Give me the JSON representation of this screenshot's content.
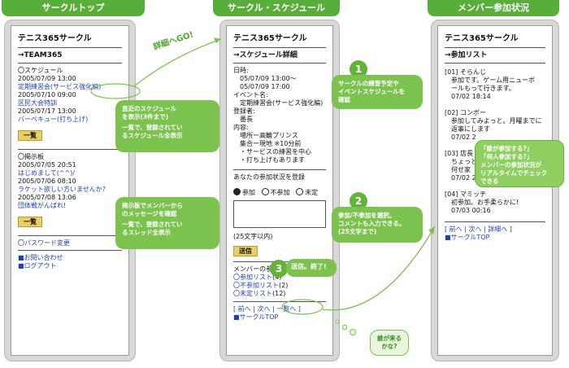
{
  "col1": {
    "header": "サークルトップ",
    "title": "テニス365サークル",
    "team": "→TEAM365",
    "schedule_heading": "〇スケジュール",
    "schedule": [
      {
        "date": "2005/07/09 13:00",
        "text": "定期練習会(サービス強化編)"
      },
      {
        "date": "2005/07/10 09:00",
        "text": "区民大会特訓"
      },
      {
        "date": "2005/07/17 13:00",
        "text": "バーベキュー(打ち上げ)"
      }
    ],
    "list_button": "一覧",
    "board_heading": "〇掲示板",
    "board": [
      {
        "date": "2005/07/05 20:51",
        "text": "はじめまして(^^)/"
      },
      {
        "date": "2005/07/06 08:10",
        "text": "ラケット欲しい方いませんか?"
      },
      {
        "date": "2005/07/08 13:06",
        "text": "団体戦がんばれ!"
      }
    ],
    "list_button2": "一覧",
    "password": "〇パスワード変更",
    "contact": "■お問い合わせ",
    "logout": "■ログアウト"
  },
  "col2": {
    "header": "サークル・スケジュール",
    "title": "テニス365サークル",
    "sub": "→スケジュール詳細",
    "date_label": "日時:",
    "date_from": "05/07/09 13:00〜",
    "date_to": "05/07/09 17:00",
    "event_label": "イベント名:",
    "event_name": "定期練習会(サービス強化編)",
    "registrant_label": "登録者:",
    "registrant": "番長",
    "content_label": "内容:",
    "content_lines": [
      "場所ー高輪プリンス",
      "集合ー現地 ※10分前",
      "・サービスの練習を中心",
      "・打ち上げもあります"
    ],
    "register_prompt": "あなたの参加状況を登録",
    "radios": [
      "参加",
      "不参加",
      "未定"
    ],
    "char_limit": "(25文字以内)",
    "send_button": "送信",
    "member_heading": "メンバーの参加状況一覧",
    "member_links": [
      {
        "label": "〇参加リスト",
        "count": "(4)"
      },
      {
        "label": "〇不参加リスト",
        "count": "(2)"
      },
      {
        "label": "〇未定リスト",
        "count": "(12)"
      }
    ],
    "nav": "[ 前へ | 次へ | 一覧へ ]",
    "top_link": "■サークルTOP"
  },
  "col3": {
    "header": "メンバー参加状況",
    "title": "テニス365サークル",
    "sub": "→参加リスト",
    "entries": [
      {
        "id": "[01] そらんじ",
        "lines": [
          "参加です。ゲーム用ニューボ",
          "ールもって行きます。"
        ],
        "date": "07/02 18:14"
      },
      {
        "id": "[02] コンボー",
        "lines": [
          "参加してみよっと。月曜までに",
          "返事にします"
        ],
        "date": "07/02 2"
      },
      {
        "id": "[03] 店長",
        "lines": [
          "ちょっと",
          "何せ家"
        ],
        "date": "07/02 2"
      },
      {
        "id": "[04] マミッチ",
        "lines": [
          "初参加。お手柔らかに!"
        ],
        "date": "07/03 00:16"
      }
    ],
    "nav": "[ 前へ | 次へ | 詳細へ ]",
    "top_link": "■サークルTOP"
  },
  "annotations": {
    "detail_go": "詳細へGO!",
    "box_schedule": [
      "直近のスケジュール",
      "を表示(3件まで)",
      "一覧で、登録されてい",
      "るスケジュール全表示"
    ],
    "box_board": [
      "掲示板でメンバーから",
      "のメッセージを確認",
      "一覧で、登録されてい",
      "るスレッド全表示"
    ],
    "step1_num": "1",
    "step1": [
      "サークルの練習予定や",
      "イベントスケジュールを",
      "確認"
    ],
    "step2_num": "2",
    "step2": [
      "参加/不参加を選択。",
      "コメントも入力できる。",
      "(25文字まで)"
    ],
    "step3_num": "3",
    "step3": "送信。終了!",
    "who_bubble": [
      "誰が来る",
      "かな?"
    ],
    "box_realtime": [
      "「誰が参加する?」",
      "「何人参加する?」",
      "メンバーの参加状況が",
      "リアルタイムでチェック",
      "できる"
    ]
  }
}
